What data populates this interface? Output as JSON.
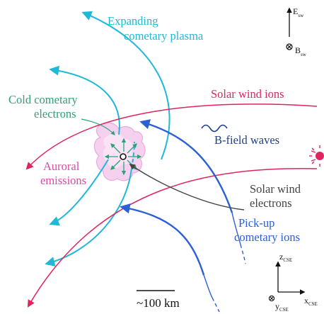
{
  "labels": {
    "expanding_line1": "Expanding",
    "expanding_line2": "cometary plasma",
    "cold_line1": "Cold cometary",
    "cold_line2": "electrons",
    "solar_wind_ions": "Solar wind ions",
    "bfield_waves": "B-field waves",
    "auroral_line1": "Auroral",
    "auroral_line2": "emissions",
    "sw_electrons_line1": "Solar wind",
    "sw_electrons_line2": "electrons",
    "pickup_line1": "Pick-up",
    "pickup_line2": "cometary ions",
    "scale": "~100 km"
  },
  "field_axes": {
    "e_main": "E",
    "e_sub": "sw",
    "b_main": "B",
    "b_sub": "sw"
  },
  "cse_axes": {
    "z_main": "z",
    "z_sub": "CSE",
    "y_main": "y",
    "y_sub": "CSE",
    "x_main": "x",
    "x_sub": "CSE"
  },
  "colors": {
    "cyan": "#1fb8d6",
    "green": "#2aa37a",
    "red": "#e0245e",
    "pink": "#f2b7e3",
    "navy": "#1d3f8a",
    "blue": "#2a5fd6",
    "gray": "#555555"
  }
}
